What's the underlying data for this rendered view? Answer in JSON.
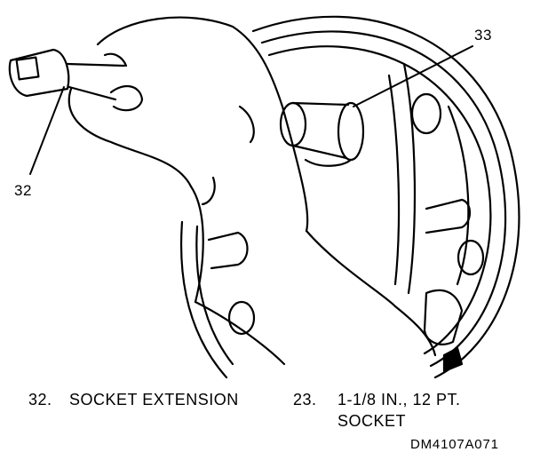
{
  "callouts": {
    "extension_number": "32",
    "socket_number": "33"
  },
  "legend": {
    "item_1_number": "32.",
    "item_1_text": "SOCKET EXTENSION",
    "item_2_number": "23.",
    "item_2_line_1": "1-1/8 IN., 12 PT.",
    "item_2_line_2": "SOCKET"
  },
  "figure_id": "DM4107A071"
}
